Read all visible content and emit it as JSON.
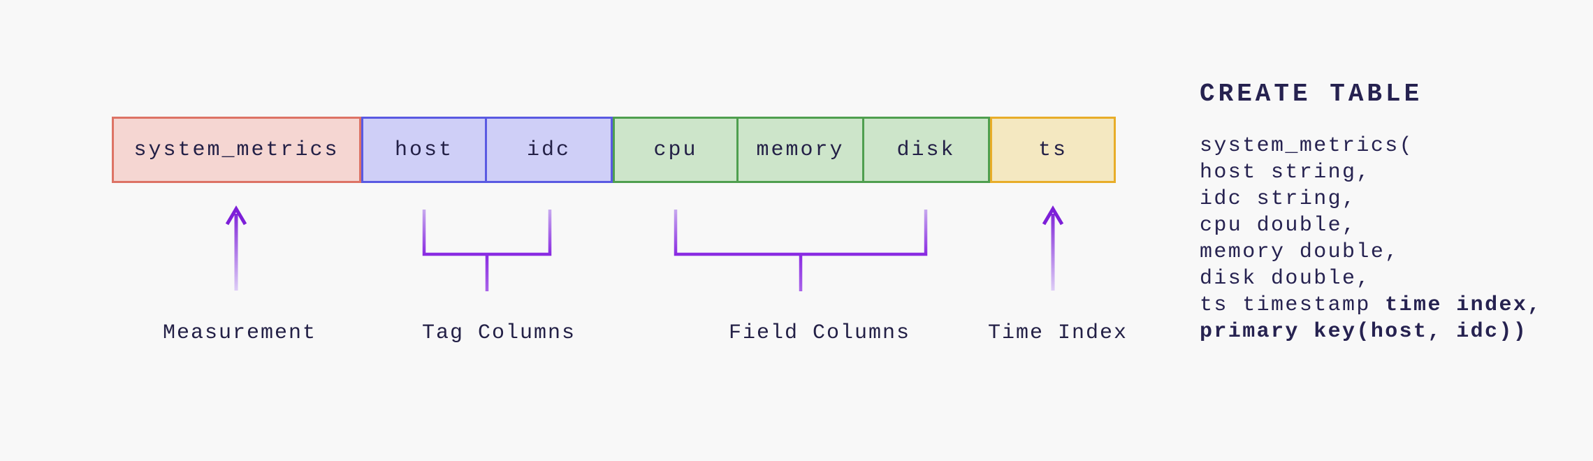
{
  "background_color": "#f8f8f8",
  "text_color": "#232046",
  "diagram": {
    "boxes": [
      {
        "label": "system_metrics",
        "role": "measurement",
        "fill": "#f5d6d2",
        "border": "#dd7365"
      },
      {
        "label": "host",
        "role": "tag",
        "fill": "#cfcff7",
        "border": "#5a5ae2"
      },
      {
        "label": "idc",
        "role": "tag",
        "fill": "#cfcff7",
        "border": "#5a5ae2"
      },
      {
        "label": "cpu",
        "role": "field",
        "fill": "#cde5ca",
        "border": "#4f9f4f"
      },
      {
        "label": "memory",
        "role": "field",
        "fill": "#cde5ca",
        "border": "#4f9f4f"
      },
      {
        "label": "disk",
        "role": "field",
        "fill": "#cde5ca",
        "border": "#4f9f4f"
      },
      {
        "label": "ts",
        "role": "time",
        "fill": "#f4e8c1",
        "border": "#e8ad29"
      }
    ],
    "annotations": [
      {
        "label": "Measurement",
        "connector": "arrow"
      },
      {
        "label": "Tag Columns",
        "connector": "bracket"
      },
      {
        "label": "Field Columns",
        "connector": "bracket"
      },
      {
        "label": "Time Index",
        "connector": "arrow"
      }
    ],
    "connector_colors": {
      "dark_purple": "#7d1fd8",
      "mid_purple": "#8a2be2",
      "light_purple": "#ddcdf6"
    }
  },
  "code": {
    "title": "CREATE TABLE",
    "lines": [
      {
        "text": "system_metrics("
      },
      {
        "text": "host string,"
      },
      {
        "text": "idc string,"
      },
      {
        "text": "cpu double,"
      },
      {
        "text": "memory double,"
      },
      {
        "text": "disk double,"
      },
      {
        "normal": "ts timestamp ",
        "bold": "time index,"
      },
      {
        "bold": "primary key(host, idc))"
      }
    ]
  }
}
